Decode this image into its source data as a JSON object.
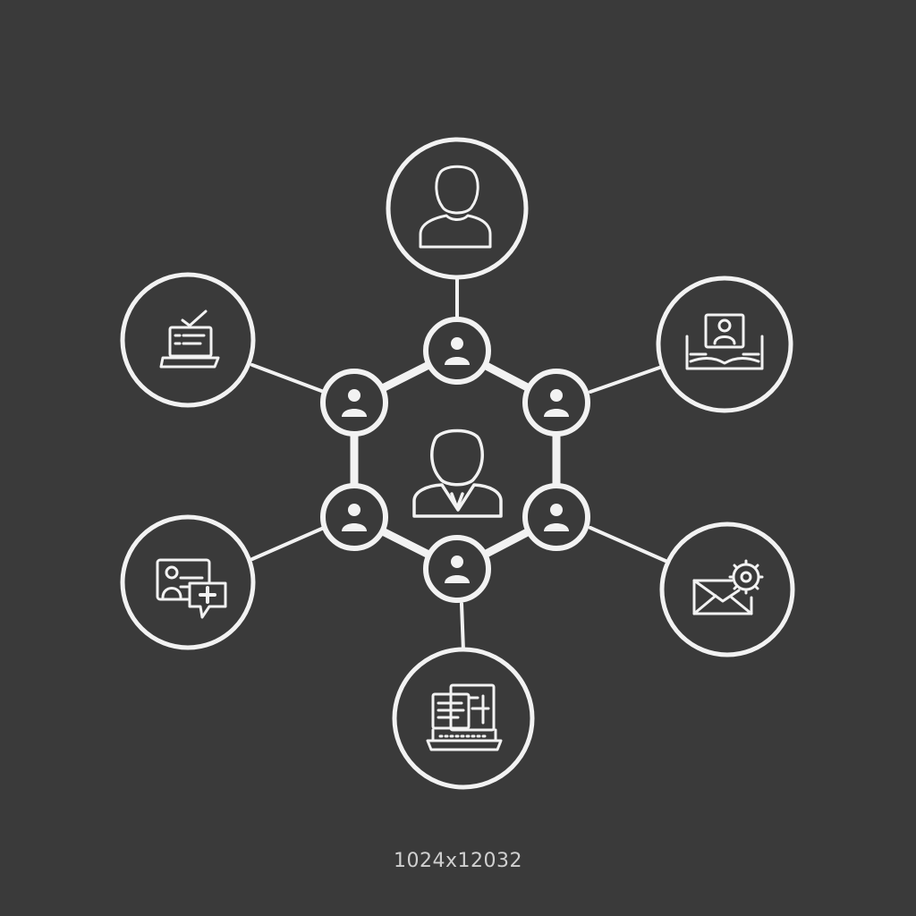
{
  "colors": {
    "background": "#3a3a3a",
    "stroke": "#f2f2f2",
    "caption": "#d0d0d0"
  },
  "hub": {
    "icon": "user-icon"
  },
  "ring_nodes": [
    {
      "id": "top",
      "icon": "user-icon"
    },
    {
      "id": "upper-right",
      "icon": "user-icon"
    },
    {
      "id": "lower-right",
      "icon": "user-icon"
    },
    {
      "id": "bottom",
      "icon": "user-icon"
    },
    {
      "id": "lower-left",
      "icon": "user-icon"
    },
    {
      "id": "upper-left",
      "icon": "user-icon"
    }
  ],
  "outer_nodes": [
    {
      "id": "profile",
      "icon": "user-icon"
    },
    {
      "id": "learning",
      "icon": "open-book-profile-icon"
    },
    {
      "id": "email-settings",
      "icon": "envelope-gear-icon"
    },
    {
      "id": "terminal",
      "icon": "laptop-document-icon"
    },
    {
      "id": "add-message",
      "icon": "chat-add-icon"
    },
    {
      "id": "task-check",
      "icon": "laptop-checklist-icon"
    }
  ],
  "caption": "1024x12032"
}
